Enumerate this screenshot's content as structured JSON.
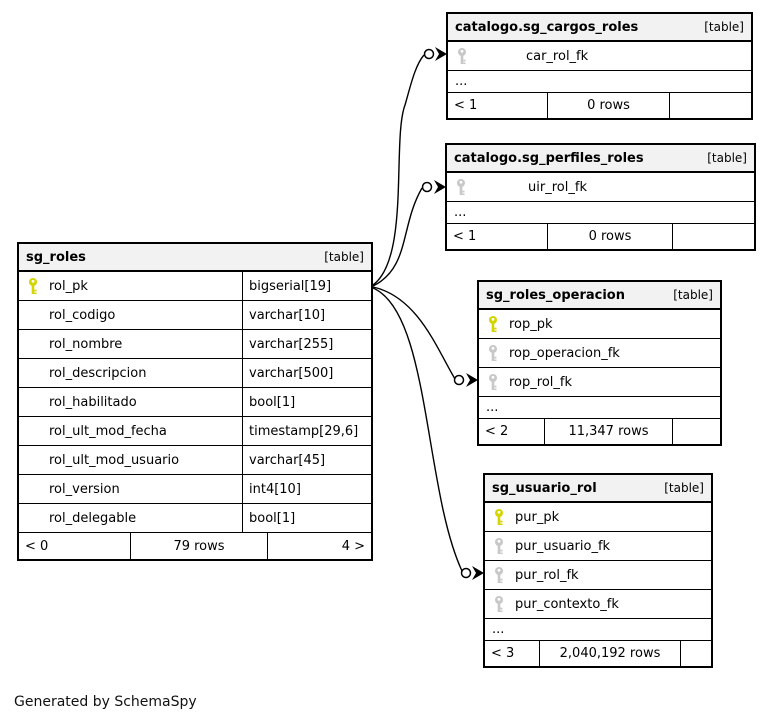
{
  "page": {
    "generated_by": "Generated by SchemaSpy"
  },
  "colors": {
    "pk": "#d4d400",
    "fk": "#c8c8c8",
    "headerbg": "#f2f2f2",
    "border": "#000000"
  },
  "tables": [
    {
      "name": "catalogo.sg_cargos_roles",
      "tag": "[table]",
      "rows": [
        {
          "name": "car_rol_fk",
          "key": "fk"
        }
      ],
      "ellipsis": "...",
      "footer": {
        "left": "< 1",
        "center": "0 rows",
        "right": ""
      }
    },
    {
      "name": "catalogo.sg_perfiles_roles",
      "tag": "[table]",
      "rows": [
        {
          "name": "uir_rol_fk",
          "key": "fk"
        }
      ],
      "ellipsis": "...",
      "footer": {
        "left": "< 1",
        "center": "0 rows",
        "right": ""
      }
    },
    {
      "name": "sg_roles",
      "tag": "[table]",
      "rows": [
        {
          "name": "rol_pk",
          "type": "bigserial[19]",
          "key": "pk"
        },
        {
          "name": "rol_codigo",
          "type": "varchar[10]"
        },
        {
          "name": "rol_nombre",
          "type": "varchar[255]"
        },
        {
          "name": "rol_descripcion",
          "type": "varchar[500]"
        },
        {
          "name": "rol_habilitado",
          "type": "bool[1]"
        },
        {
          "name": "rol_ult_mod_fecha",
          "type": "timestamp[29,6]"
        },
        {
          "name": "rol_ult_mod_usuario",
          "type": "varchar[45]"
        },
        {
          "name": "rol_version",
          "type": "int4[10]"
        },
        {
          "name": "rol_delegable",
          "type": "bool[1]"
        }
      ],
      "footer": {
        "left": "< 0",
        "center": "79 rows",
        "right": "4 >"
      }
    },
    {
      "name": "sg_roles_operacion",
      "tag": "[table]",
      "rows": [
        {
          "name": "rop_pk",
          "key": "pk"
        },
        {
          "name": "rop_operacion_fk",
          "key": "fk"
        },
        {
          "name": "rop_rol_fk",
          "key": "fk"
        }
      ],
      "ellipsis": "...",
      "footer": {
        "left": "< 2",
        "center": "11,347 rows",
        "right": ""
      }
    },
    {
      "name": "sg_usuario_rol",
      "tag": "[table]",
      "rows": [
        {
          "name": "pur_pk",
          "key": "pk"
        },
        {
          "name": "pur_usuario_fk",
          "key": "fk"
        },
        {
          "name": "pur_rol_fk",
          "key": "fk"
        },
        {
          "name": "pur_contexto_fk",
          "key": "fk"
        }
      ],
      "ellipsis": "...",
      "footer": {
        "left": "< 3",
        "center": "2,040,192 rows",
        "right": ""
      }
    }
  ],
  "relationships": [
    {
      "from": "sg_roles.rol_pk",
      "to": "catalogo.sg_cargos_roles.car_rol_fk"
    },
    {
      "from": "sg_roles.rol_pk",
      "to": "catalogo.sg_perfiles_roles.uir_rol_fk"
    },
    {
      "from": "sg_roles.rol_pk",
      "to": "sg_roles_operacion.rop_rol_fk"
    },
    {
      "from": "sg_roles.rol_pk",
      "to": "sg_usuario_rol.pur_rol_fk"
    }
  ]
}
